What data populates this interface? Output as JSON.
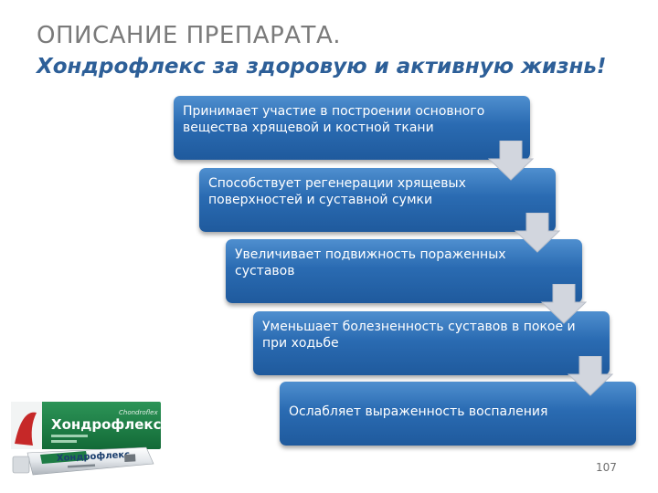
{
  "slide": {
    "title": "ОПИСАНИЕ ПРЕПАРАТА.",
    "subtitle": "Хондрофлекс за здоровую и активную жизнь!",
    "page_number": "107"
  },
  "steps": [
    {
      "label": "Принимает участие в построении основного вещества хрящевой и костной ткани"
    },
    {
      "label": "Способствует регенерации хрящевых поверхностей и суставной сумки"
    },
    {
      "label": "Увеличивает  подвижность пораженных суставов"
    },
    {
      "label": "Уменьшает болезненность суставов в покое и при ходьбе"
    },
    {
      "label": "Ослабляет выраженность воспаления"
    }
  ],
  "product_image": {
    "brand_latin": "Chondroflex",
    "brand_cyrillic": "Хондрофлекс",
    "colors": {
      "box": "#1a7a43",
      "tube": "#e9ecef",
      "accent": "#c62828"
    }
  },
  "colors": {
    "step_fill": "#2a6bb2",
    "arrow_fill": "#d2d6de",
    "title": "#7a7a7a",
    "subtitle": "#2d5f98"
  }
}
